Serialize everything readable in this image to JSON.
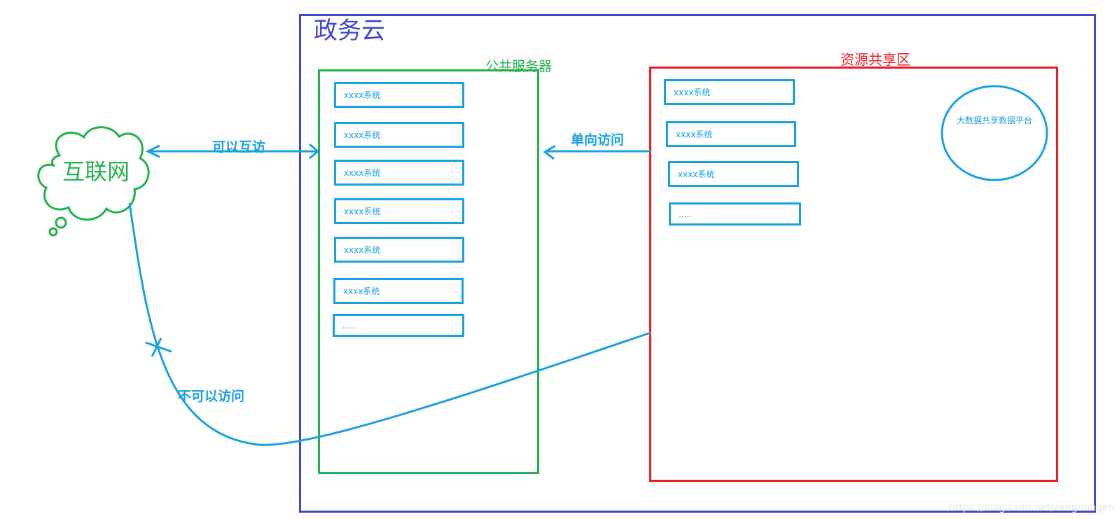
{
  "outer": {
    "title": "政务云"
  },
  "internet": {
    "label": "互联网"
  },
  "public_servers": {
    "title": "公共服务器",
    "items": [
      "xxxx系统",
      "xxxx系统",
      "xxxx系统",
      "xxxx系统",
      "xxxx系统",
      "xxxx系统",
      "....."
    ]
  },
  "resource_zone": {
    "title": "资源共享区",
    "items": [
      "xxxx系统",
      "xxxx系统",
      "xxxx系统",
      "....."
    ],
    "platform": "大数据共享数据平台"
  },
  "arrows": {
    "mutual": "可以互访",
    "oneway": "单向访问",
    "blocked": "不可以访问"
  },
  "watermark": "https://blog.csdn.net/zengmingen",
  "colors": {
    "outer": "#3f48cc",
    "public": "#22b14c",
    "resource": "#ed1c24",
    "link": "#1aa1e0"
  }
}
